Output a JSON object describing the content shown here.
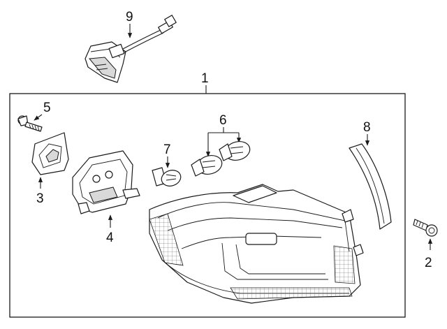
{
  "diagram": {
    "callouts": {
      "c1": "1",
      "c2": "2",
      "c3": "3",
      "c4": "4",
      "c5": "5",
      "c6": "6",
      "c7": "7",
      "c8": "8",
      "c9": "9"
    },
    "colors": {
      "line": "#1a1a1a",
      "background": "#ffffff",
      "shade": "#d9d9d9"
    }
  }
}
